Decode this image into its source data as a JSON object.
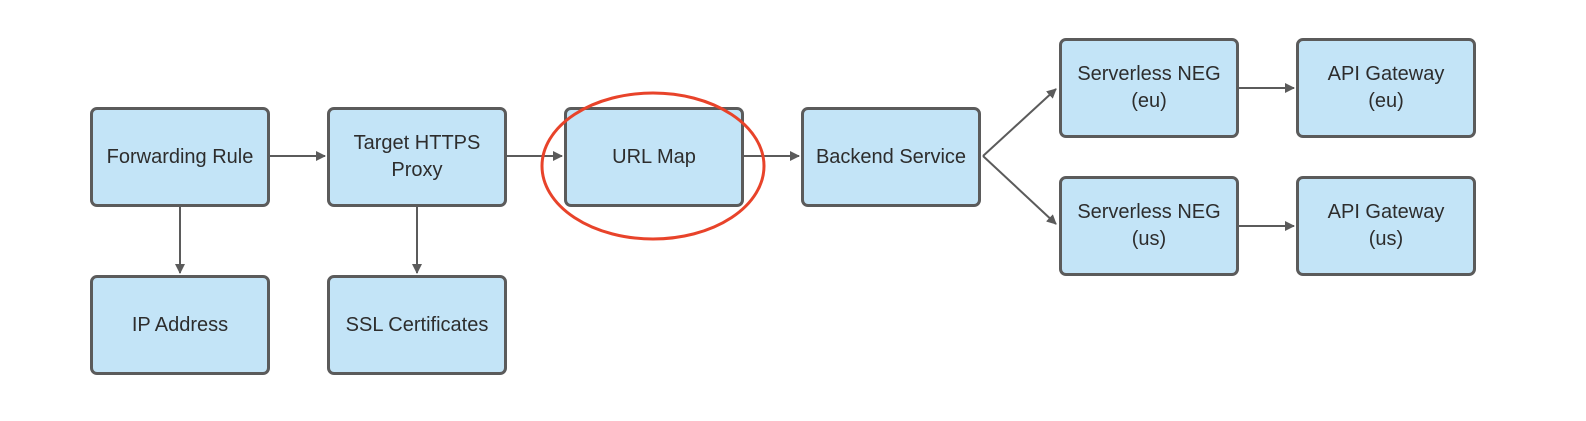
{
  "nodes": {
    "forwarding_rule": "Forwarding Rule",
    "ip_address": "IP Address",
    "target_https_proxy": "Target HTTPS\nProxy",
    "ssl_certificates": "SSL Certificates",
    "url_map": "URL Map",
    "backend_service": "Backend Service",
    "serverless_neg_eu": "Serverless NEG\n(eu)",
    "serverless_neg_us": "Serverless NEG\n(us)",
    "api_gateway_eu": "API Gateway\n(eu)",
    "api_gateway_us": "API Gateway\n(us)"
  },
  "colors": {
    "node_fill": "#c3e4f7",
    "node_border": "#5b5b5b",
    "arrow": "#5b5b5b",
    "highlight": "#e8432a"
  },
  "highlight": {
    "shape": "ellipse",
    "target": "url_map"
  }
}
